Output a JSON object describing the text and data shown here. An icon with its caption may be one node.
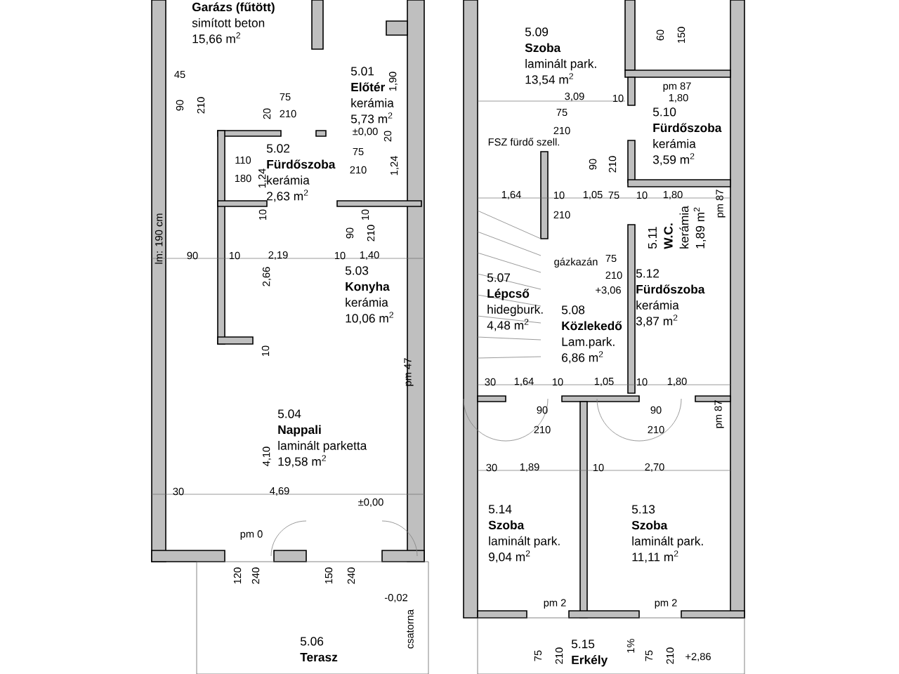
{
  "diagram": {
    "nodes": [
      {
        "text": [
          "Garázs (fűtött)",
          "simított beton",
          "15,66 m$^{2}$"
        ]
      },
      {
        "text": [
          "5.01",
          "Előtér",
          "kerámia",
          "5,73 m$^{2}$"
        ]
      },
      {
        "text": [
          "5.02",
          "Fürdőszoba",
          "kerámia",
          "2,63 m$^{2}$"
        ]
      },
      {
        "text": [
          "5.03",
          "Konyha",
          "kerámia",
          "10,06 m$^{2}$"
        ]
      },
      {
        "text": [
          "5.04",
          "Nappali",
          "laminált parketta",
          "19,58 m$^{2}$"
        ]
      },
      {
        "text": [
          "5.06",
          "Terasz"
        ]
      },
      {
        "text": [
          "5.09",
          "Szoba",
          "laminált park.",
          "13,54 m$^{2}$"
        ]
      },
      {
        "text": [
          "5.10",
          "Fürdőszoba",
          "kerámia",
          "3,59 m$^{2}$"
        ]
      },
      {
        "text": [
          "5.11",
          "W.C.",
          "kerámia",
          "1,89 m$^{2}$"
        ]
      },
      {
        "text": [
          "5.07",
          "Lépcső",
          "hidegburk.",
          "4,48 m$^{2}$"
        ]
      },
      {
        "text": [
          "5.08",
          "Közlekedő",
          "Lam.park.",
          "6,86 m$^{2}$"
        ]
      },
      {
        "text": [
          "5.12",
          "Fürdőszoba",
          "kerámia",
          "3,87 m$^{2}$"
        ]
      },
      {
        "text": [
          "5.14",
          "Szoba",
          "laminált park.",
          "9,04 m$^{2}$"
        ]
      },
      {
        "text": [
          "5.13",
          "Szoba",
          "laminált park.",
          "11,11 m$^{2}$"
        ]
      },
      {
        "text": [
          "5.15",
          "Erkély"
        ]
      }
    ],
    "labels": [
      "45",
      "90",
      "210",
      "75",
      "210",
      "20",
      "1,90",
      "±0,00",
      "20",
      "75",
      "210",
      "1,24",
      "110",
      "180",
      "1,24",
      "10",
      "10",
      "90",
      "210",
      "lm: 190 cm",
      "90",
      "10",
      "2,19",
      "10",
      "1,40",
      "2,66",
      "10",
      "pm 47",
      "4,10",
      "30",
      "4,69",
      "±0,00",
      "pm 0",
      "120",
      "240",
      "150",
      "240",
      "-0,02",
      "csatorna",
      "60",
      "150",
      "pm 87",
      "3,09",
      "10",
      "1,80",
      "75",
      "210",
      "FSZ fürdő szell.",
      "90",
      "210",
      "1,64",
      "10",
      "1,05",
      "75",
      "10",
      "1,80",
      "210",
      "pm 87",
      "gázkazán",
      "75",
      "210",
      "+3,06",
      "30",
      "1,64",
      "10",
      "1,05",
      "10",
      "1,80",
      "90",
      "210",
      "90",
      "210",
      "pm 87",
      "30",
      "1,89",
      "10",
      "2,70",
      "pm 2",
      "pm 2",
      "75",
      "210",
      "1%",
      "75",
      "210",
      "+2,86"
    ]
  }
}
